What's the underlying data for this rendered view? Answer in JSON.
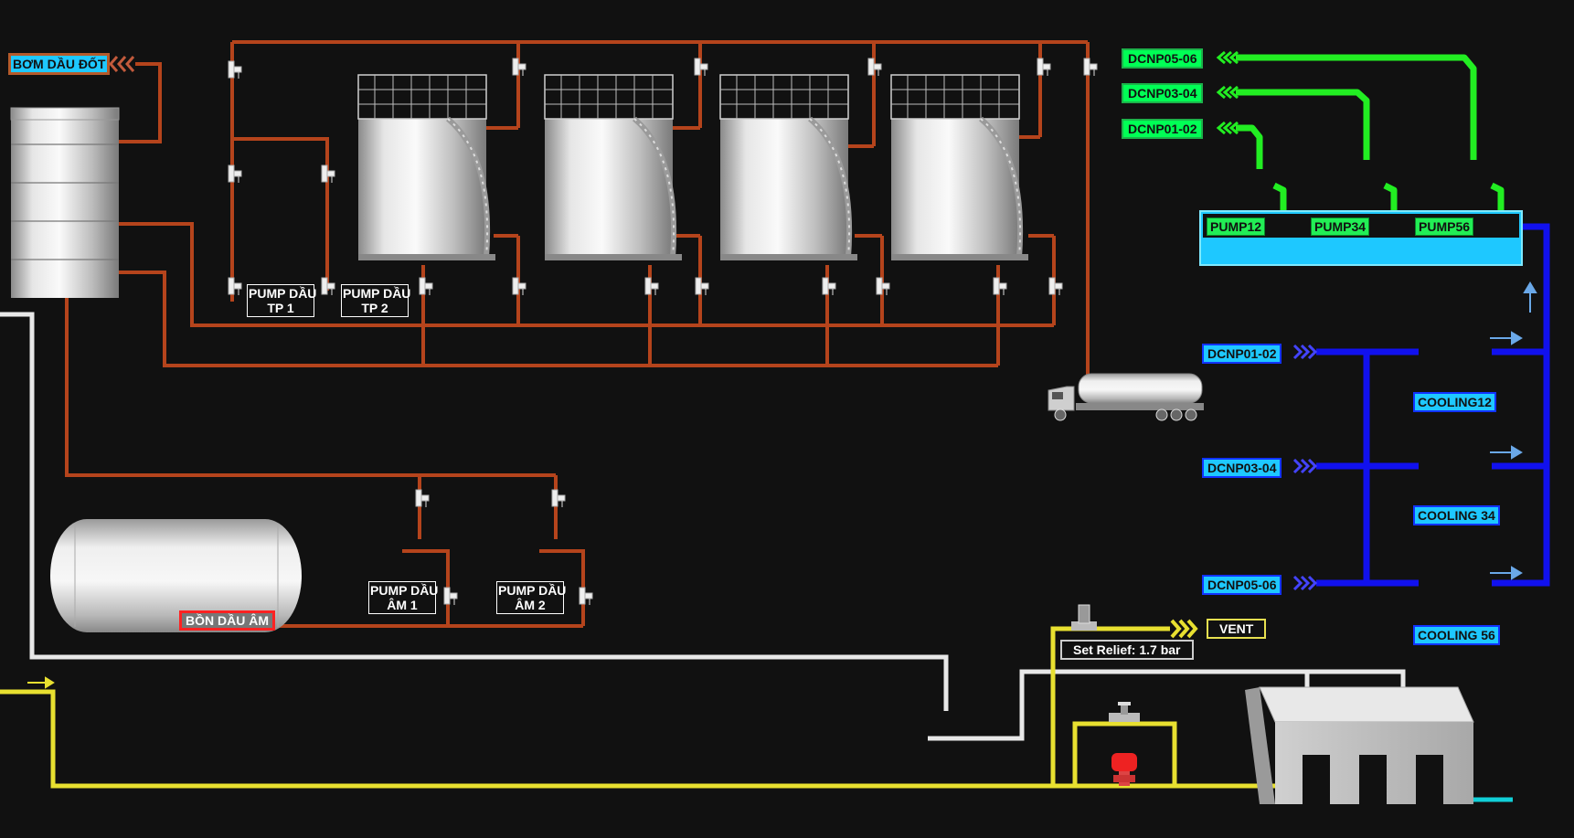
{
  "labels": {
    "bom_dau_dot": "BƠM DẦU ĐỐT",
    "pump_tp1": [
      "PUMP DẦU",
      "TP 1"
    ],
    "pump_tp2": [
      "PUMP DẦU",
      "TP 2"
    ],
    "pump_am1": [
      "PUMP DẦU",
      "ÂM 1"
    ],
    "pump_am2": [
      "PUMP DẦU",
      "ÂM 2"
    ],
    "bon_dau_am": "BỒN DẦU ÂM",
    "vent": "VENT",
    "set_relief": "Set Relief: 1.7 bar"
  },
  "green_lines": [
    "DCNP05-06",
    "DCNP03-04",
    "DCNP01-02"
  ],
  "pumps": [
    "PUMP12",
    "PUMP34",
    "PUMP56"
  ],
  "blue_lines": [
    "DCNP01-02",
    "DCNP03-04",
    "DCNP05-06"
  ],
  "coolers": [
    "COOLING12",
    "COOLING 34",
    "COOLING 56"
  ],
  "colors": {
    "background": "#111111",
    "oil_pipe": "#b5441c",
    "green_pipe": "#22ee22",
    "blue_pipe": "#1111ee",
    "yellow_pipe": "#e8e030",
    "white_pipe": "#e8e8e8",
    "cyan_pipe": "#11d0d8",
    "water_tank": "#1ec8ff"
  },
  "icons": [
    "valve-icon",
    "storage-tank-icon",
    "tanker-truck-icon",
    "relief-valve-icon",
    "control-valve-icon",
    "building-icon",
    "chevron-arrow-icon",
    "flow-arrow-icon"
  ]
}
